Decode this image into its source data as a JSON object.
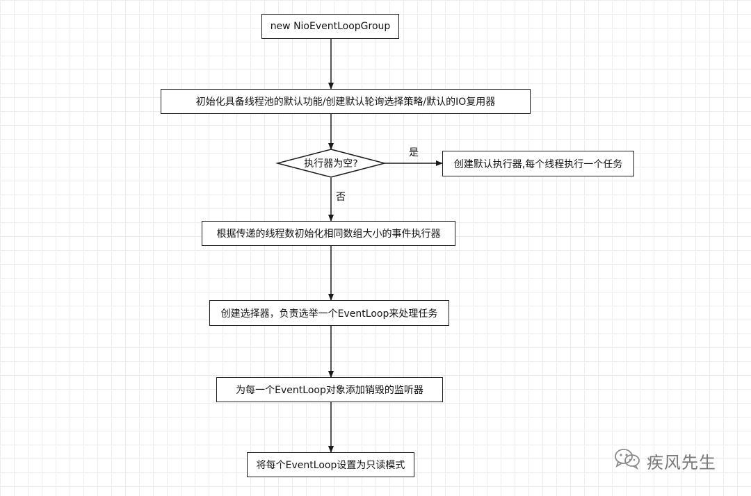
{
  "flowchart": {
    "start": "new NioEventLoopGroup",
    "init": "初始化具备线程池的默认功能/创建默认轮询选择策略/默认的IO复用器",
    "decision": "执行器为空?",
    "yes_label": "是",
    "no_label": "否",
    "yes_branch": "创建默认执行器,每个线程执行一个任务",
    "step_executors": "根据传递的线程数初始化相同数组大小的事件执行器",
    "step_chooser": "创建选择器，负责选举一个EventLoop来处理任务",
    "step_listener": "为每一个EventLoop对象添加销毁的监听器",
    "step_readonly": "将每个EventLoop设置为只读模式"
  },
  "watermark": {
    "text": "疾风先生",
    "icon": "wechat-icon"
  }
}
